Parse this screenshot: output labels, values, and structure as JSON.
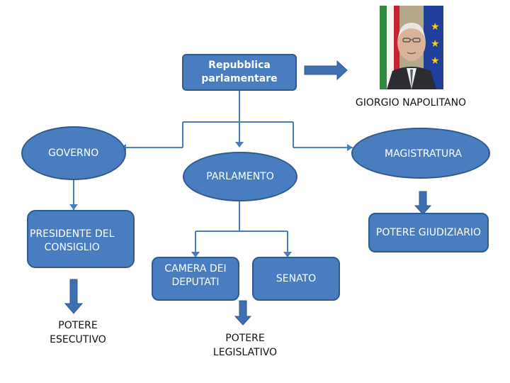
{
  "colors": {
    "node_fill": "#4a7dbf",
    "node_border": "#2f5a8f",
    "connector": "#4a7dbf",
    "arrow": "#3f6fb0"
  },
  "nodes": {
    "repubblica": "Repubblica\nparlamentare",
    "governo": "GOVERNO",
    "magistratura": "MAGISTRATURA",
    "parlamento": "PARLAMENTO",
    "presidente_consiglio": "PRESIDENTE DEL\nCONSIGLIO",
    "potere_giudiziario": "POTERE GIUDIZIARIO",
    "camera_deputati": "CAMERA DEI\nDEPUTATI",
    "senato": "SENATO"
  },
  "labels": {
    "president_name": "GIORGIO NAPOLITANO",
    "potere_esecutivo": "POTERE\nESECUTIVO",
    "potere_legislativo": "POTERE\nLEGISLATIVO"
  },
  "portrait": {
    "subject": "president-portrait",
    "flags": [
      "italy-flag",
      "eu-flag"
    ]
  }
}
